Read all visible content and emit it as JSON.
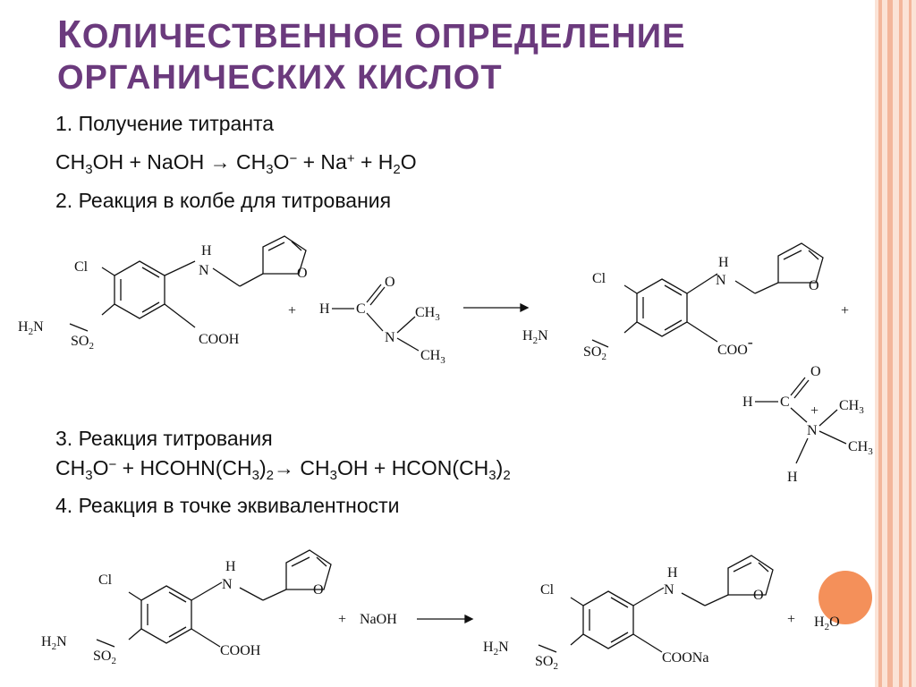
{
  "title": {
    "line1_first": "К",
    "line1_rest": "оличественное определение",
    "line2": "органических кислот"
  },
  "steps": {
    "s1": "1. Получение титранта",
    "s2": "2. Реакция в колбе для титрования",
    "s3": "3. Реакция титрования",
    "s4": "4. Реакция в точке эквивалентности"
  },
  "eq1": {
    "a": "CH",
    "a3": "3",
    "b": "OH + NaOH → CH",
    "b3": "3",
    "c": "O",
    "cm": "−",
    "d": " + Na",
    "dp": "+",
    "e": " + H",
    "e2": "2",
    "f": "O"
  },
  "eq3": {
    "a": "CH",
    "a3": "3",
    "b": "O",
    "bm": "−",
    "c": " + HCOHN(CH",
    "c3": "3",
    "d": ")",
    "d2": "2",
    "e": "→ CH",
    "e3": "3",
    "f": "OH + HCON(CH",
    "f3": "3",
    "g": ")",
    "g2": "2"
  },
  "chem": {
    "Cl": "Cl",
    "H": "H",
    "N": "N",
    "O": "O",
    "H2N_a": "H",
    "H2N_b": "N",
    "two": "2",
    "SO": "SO",
    "COOH": "COOH",
    "COO": "COO",
    "minus": "-",
    "COONa": "COONa",
    "C": "C",
    "CH": "CH",
    "three": "3",
    "plus": "+",
    "NaOH": "NaOH",
    "H2O_a": "H",
    "H2O_b": "O"
  },
  "colors": {
    "title": "#6b3a7d",
    "stripe_light": "#fbe3d6",
    "stripe_dark": "#f3b69b",
    "dot": "#f4905a"
  }
}
